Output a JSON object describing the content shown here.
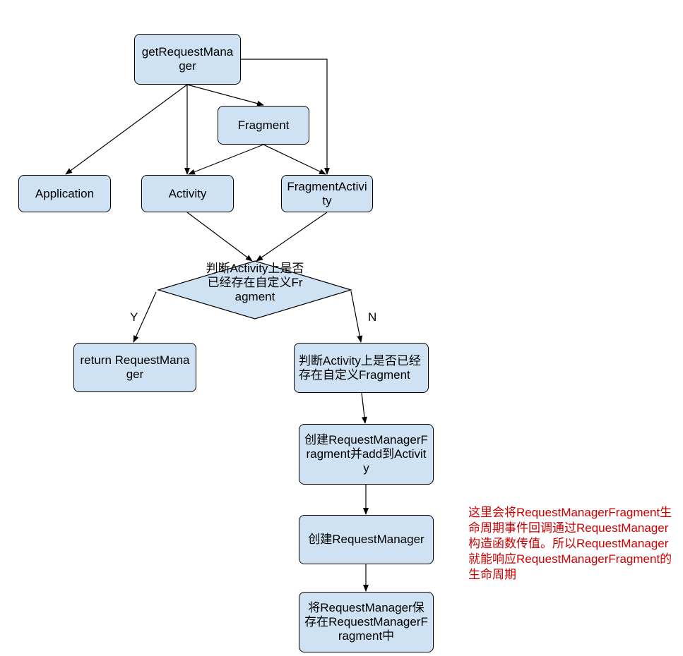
{
  "nodes": {
    "getRequestManager": "getRequestManager",
    "fragment": "Fragment",
    "application": "Application",
    "activity": "Activity",
    "fragmentActivity": "FragmentActivity",
    "decision": "判断Activity上是否已经存在自定义Fragment",
    "returnRM": "return RequestManager",
    "checkN": "判断Activity上是否已经存在自定义Fragment",
    "createRMF": "创建RequestManagerFragment并add到Activity",
    "createRM": "创建RequestManager",
    "saveRM": "将RequestManager保存在RequestManagerFragment中"
  },
  "labels": {
    "yes": "Y",
    "no": "N"
  },
  "note": "这里会将RequestManagerFragment生命周期事件回调通过RequestManager构造函数传值。所以RequestManager就能响应RequestManagerFragment的生命周期",
  "colors": {
    "box_fill": "#cfe2f3",
    "line": "#000000",
    "note_text": "#cc0000"
  }
}
